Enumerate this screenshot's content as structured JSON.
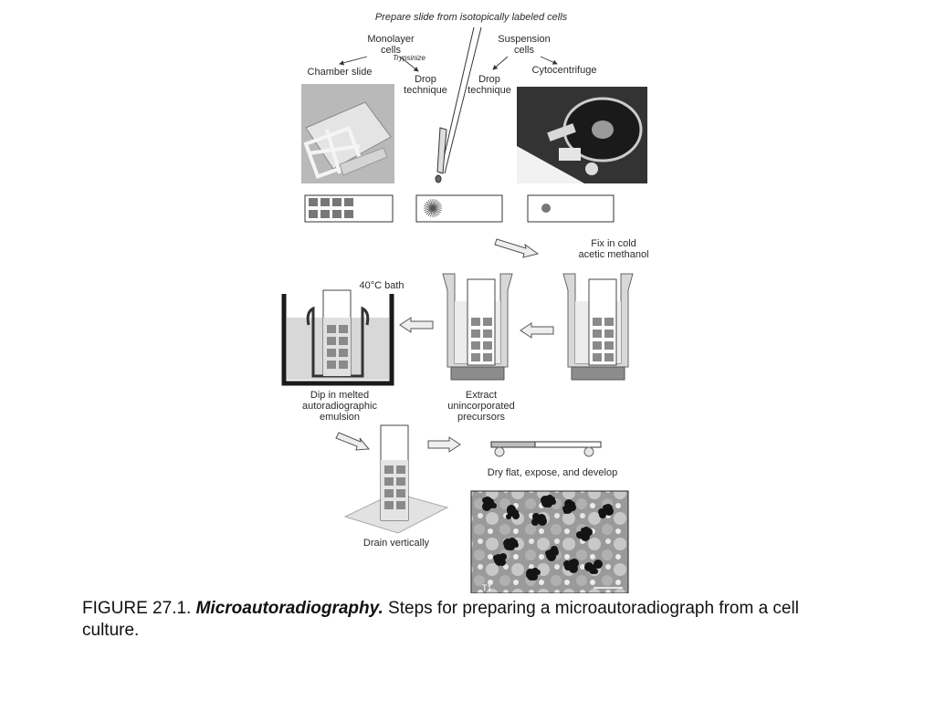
{
  "diagram": {
    "title": "Prepare slide from isotopically labeled cells",
    "monolayer": "Monolayer",
    "cells": "cells",
    "trypsinize": "Trypsinize",
    "suspension": "Suspension",
    "chamber_slide": "Chamber slide",
    "drop1_a": "Drop",
    "drop1_b": "technique",
    "drop2_a": "Drop",
    "drop2_b": "technique",
    "cytocentrifuge": "Cytocentrifuge",
    "fix_a": "Fix in cold",
    "fix_b": "acetic methanol",
    "bath": "40°C bath",
    "dip_a": "Dip in melted",
    "dip_b": "autoradiographic",
    "dip_c": "emulsion",
    "extract_a": "Extract",
    "extract_b": "unincorporated",
    "extract_c": "precursors",
    "dry": "Dry flat, expose, and develop",
    "drain": "Drain vertically",
    "micrograph_label": "T1"
  },
  "caption": {
    "number": "FIGURE 27.1.",
    "title": "Microautoradiography.",
    "text": "Steps for preparing a microautoradiograph from a cell culture."
  }
}
